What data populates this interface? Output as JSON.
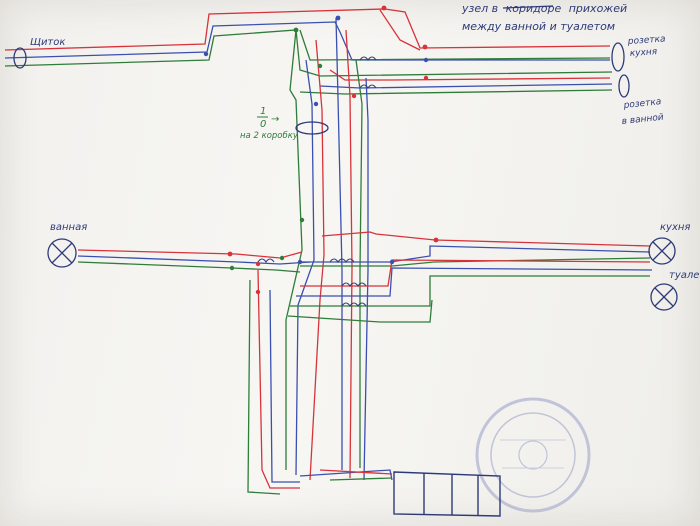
{
  "labels": {
    "title_line1": "узел в",
    "title_struck": "коридоре",
    "title_line1_end": "прихожей",
    "title_line2": "между ванной и туалетом",
    "panel": "Щиток",
    "kitchen_sockets_line1": "розетка",
    "kitchen_sockets_line2": "кухня",
    "bath_socket_line1": "розетка",
    "bath_socket_line2": "в ванной",
    "split_fraction_top": "1",
    "split_fraction_bottom": "0",
    "split_fraction_arrow": "→",
    "split_note": "на 2 коробку",
    "bathroom_light": "ванная",
    "kitchen_light": "кухня",
    "toilet_light": "туалет"
  },
  "colors": {
    "red_wire": "#d8323a",
    "blue_wire": "#3b4fb0",
    "green_wire": "#2f7d3a",
    "ink": "#2e3a78",
    "stamp": "#9aa0c8"
  },
  "icons": {
    "lamp": "circle-with-cross",
    "socket": "oval",
    "switch_block": "four-gang-switch-box",
    "stamp": "round-seal"
  }
}
